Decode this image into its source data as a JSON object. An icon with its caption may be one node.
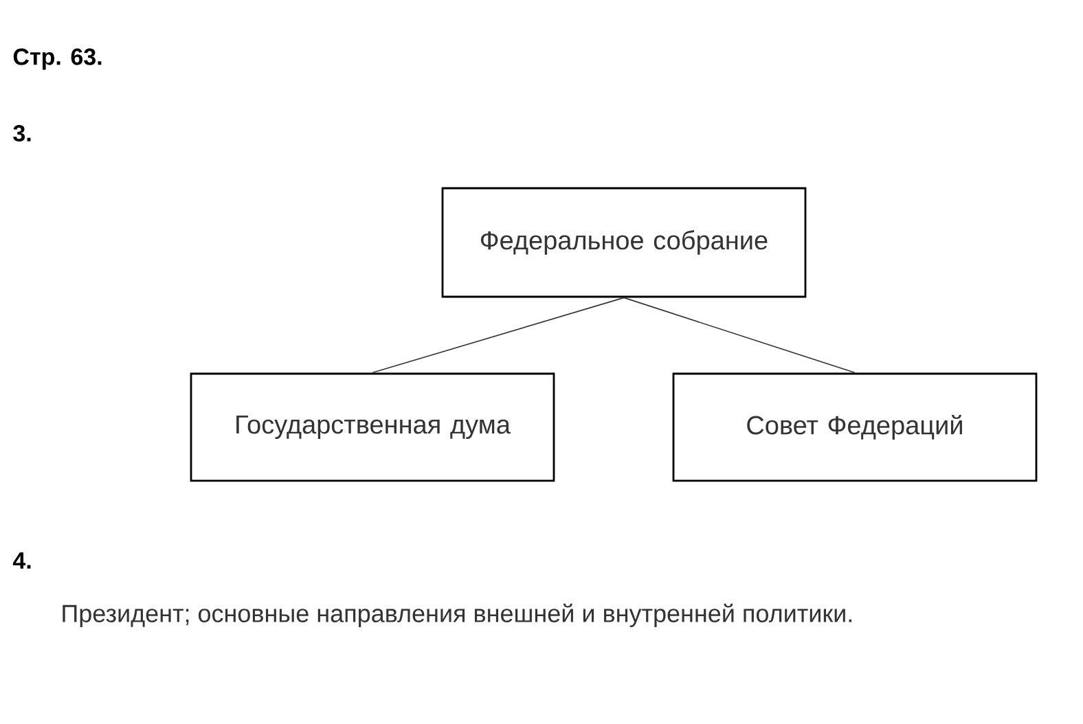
{
  "diagram": {
    "nodes": [
      {
        "text": [
          "Федеральное собрание"
        ]
      },
      {
        "text": [
          "Государственная дума"
        ]
      },
      {
        "text": [
          "Совет Федераций"
        ]
      }
    ],
    "edges": [
      {
        "from": 0,
        "to": 1,
        "arrow": "none"
      },
      {
        "from": 0,
        "to": 2,
        "arrow": "none"
      }
    ],
    "labels": [
      "Стр. 63.",
      "3.",
      "4.",
      "Президент; основные направления внешней и внутренней политики."
    ]
  }
}
